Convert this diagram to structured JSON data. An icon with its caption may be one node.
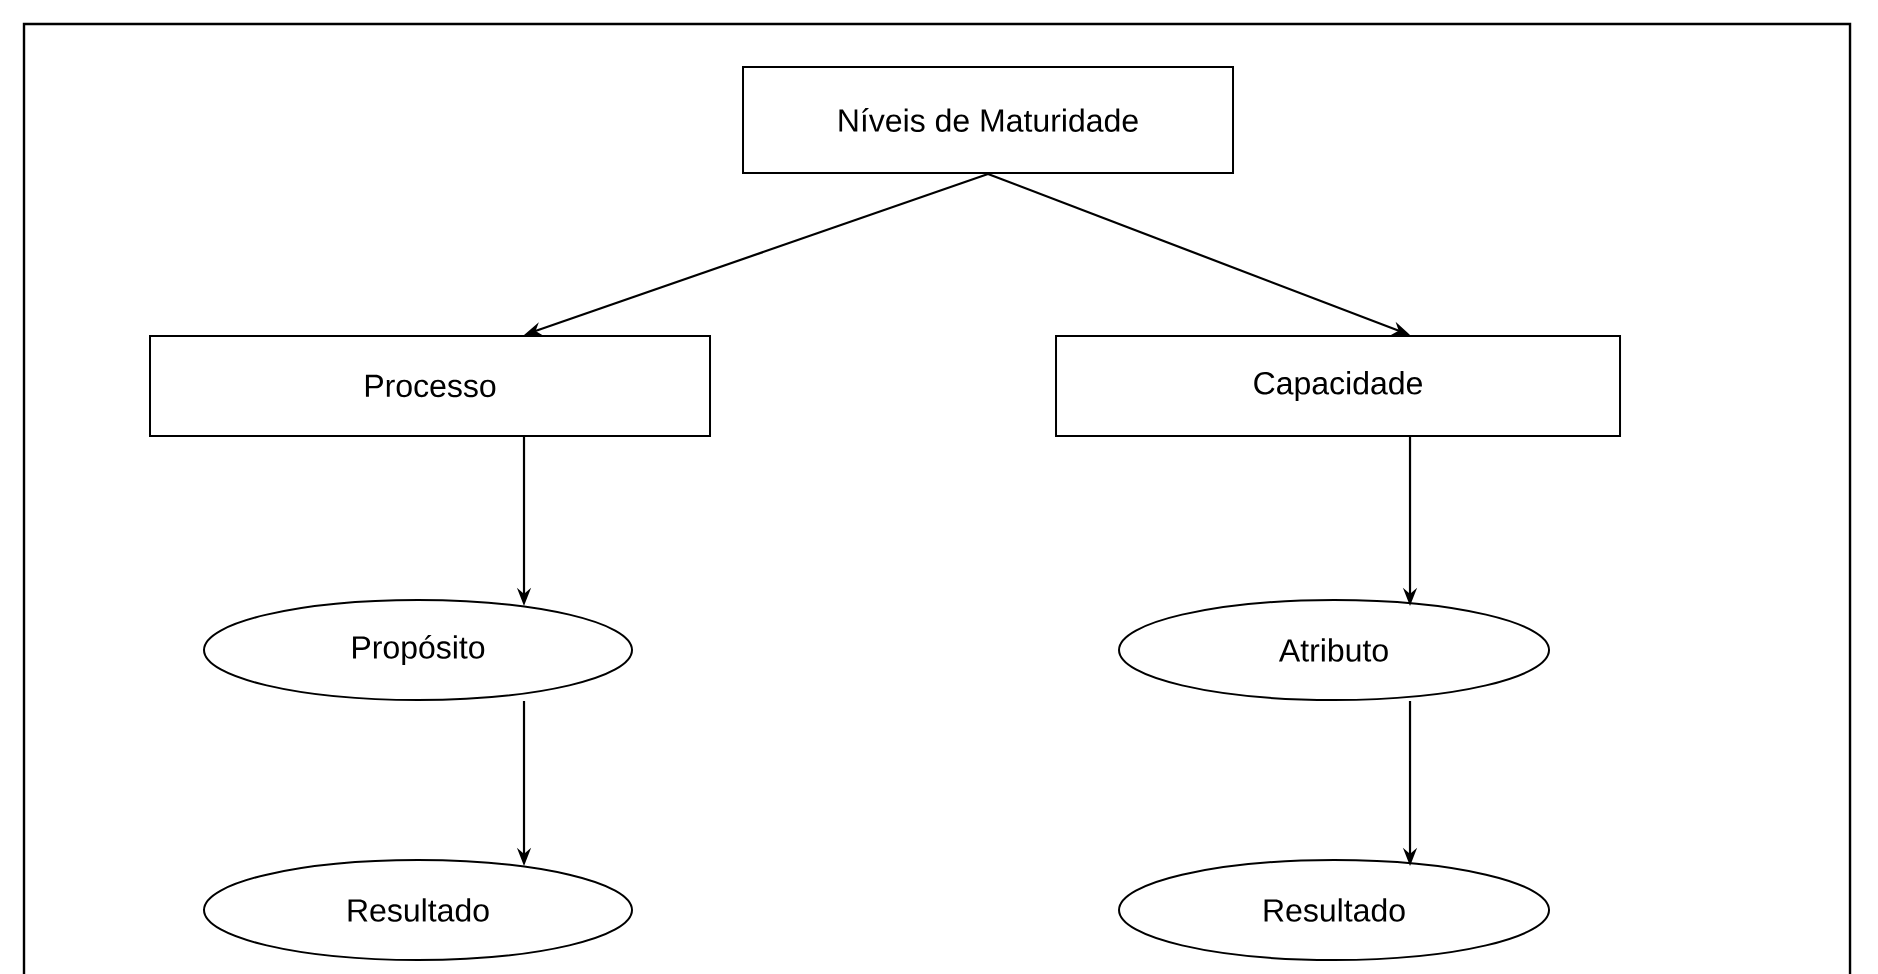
{
  "diagram": {
    "nodes": [
      {
        "text": [
          "Níveis de Maturidade"
        ]
      },
      {
        "text": [
          "Processo"
        ]
      },
      {
        "text": [
          "Capacidade"
        ]
      },
      {
        "text": [
          "Propósito"
        ]
      },
      {
        "text": [
          "Atributo"
        ]
      },
      {
        "text": [
          "Resultado"
        ]
      },
      {
        "text": [
          "Resultado"
        ]
      }
    ],
    "edges": [
      {
        "from": 0,
        "to": 1,
        "arrow": "to"
      },
      {
        "from": 0,
        "to": 2,
        "arrow": "to"
      },
      {
        "from": 1,
        "to": 3,
        "arrow": "to"
      },
      {
        "from": 2,
        "to": 4,
        "arrow": "to"
      },
      {
        "from": 3,
        "to": 5,
        "arrow": "to"
      },
      {
        "from": 4,
        "to": 6,
        "arrow": "to"
      }
    ]
  }
}
